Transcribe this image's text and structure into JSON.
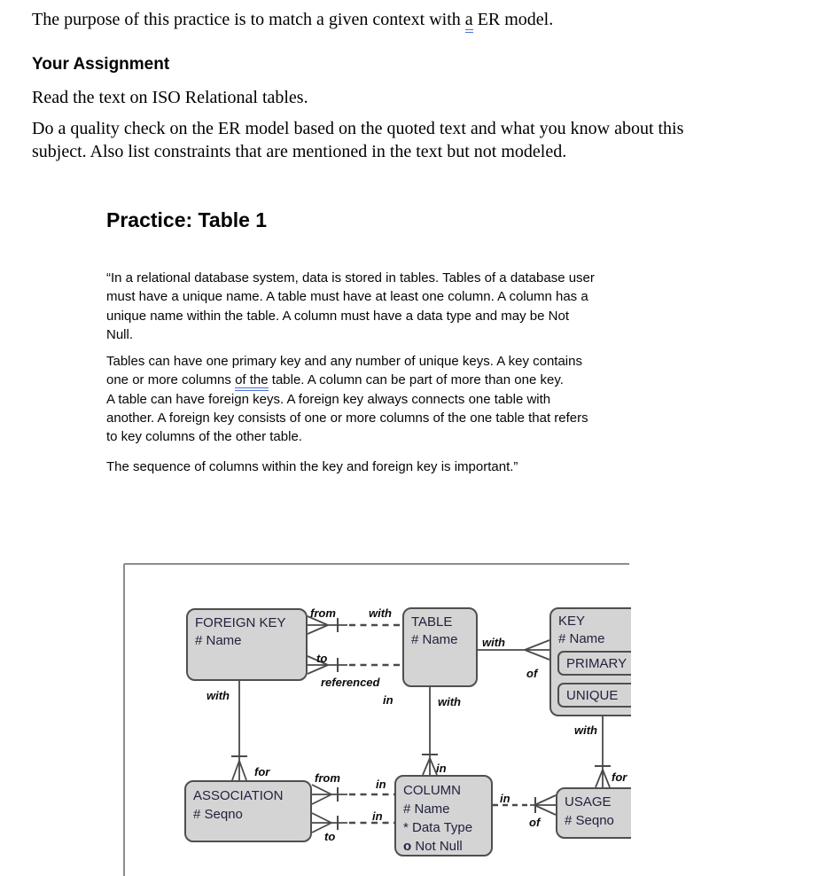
{
  "intro": {
    "p1_before": "The purpose of this practice is to match a given context with ",
    "p1_underlined": "a",
    "p1_after": " ER model.",
    "heading": "Your Assignment",
    "p2": "Read the text on ISO Relational tables.",
    "p3_lines": [
      "Do a quality check on the ER model based on the quoted text and what you know about this",
      "subject. Also list constraints that are mentioned in the text but not modeled."
    ]
  },
  "practice": {
    "heading": "Practice: Table 1",
    "quote_p1_lines": [
      "“In a relational database system, data is stored in tables. Tables of a database user",
      "must have a unique name. A table must have at least one column. A column has a",
      "unique name within the table. A column must have a data type and may be Not",
      "Null."
    ],
    "quote_p2_part1": "Tables can have one primary key and any number of unique keys. A key contains\none or more columns ",
    "quote_p2_underlined": "of the",
    "quote_p2_part2": " table. A column can be part of more than one key.\nA table can have foreign keys.  A foreign key always connects one table with\nanother. A foreign key consists of one or more columns of the one table that refers\nto key columns of the other table.",
    "quote_p3": "The sequence of columns within the key and foreign key is important.”"
  },
  "diagram": {
    "entities": {
      "foreign_key": {
        "name": "FOREIGN KEY",
        "attr1": "# Name"
      },
      "table": {
        "name": "TABLE",
        "attr1": "# Name"
      },
      "key": {
        "name": "KEY",
        "attr1": "# Name",
        "subtype1": "PRIMARY",
        "subtype2": "UNIQUE"
      },
      "association": {
        "name": "ASSOCIATION",
        "attr1": "# Seqno"
      },
      "column": {
        "name": "COLUMN",
        "attr1": "# Name",
        "attr2": "* Data Type",
        "attr3_prefix": "o",
        "attr3_label": "Not Null"
      },
      "usage": {
        "name": "USAGE",
        "attr1": "# Seqno"
      }
    },
    "labels": {
      "fk_from": "from",
      "fk_from_with": "with",
      "fk_to": "to",
      "fk_to_referenced": "referenced",
      "fk_to_in": "in",
      "table_key_with": "with",
      "table_key_of": "of",
      "fk_assoc_with": "with",
      "fk_assoc_for": "for",
      "table_col_with": "with",
      "table_col_in": "in",
      "key_usage_with": "with",
      "key_usage_for": "for",
      "assoc_from": "from",
      "assoc_from_in": "in",
      "assoc_to": "to",
      "assoc_to_in": "in",
      "col_usage_in": "in",
      "col_usage_of": "of"
    },
    "colors": {
      "entity_fill": "#d4d4d4",
      "entity_border": "#4f4f4f",
      "relationship_line": "#4a4a4a",
      "frame_border": "#8c8c8c",
      "grammar_underline": "#4a6fd8"
    }
  }
}
